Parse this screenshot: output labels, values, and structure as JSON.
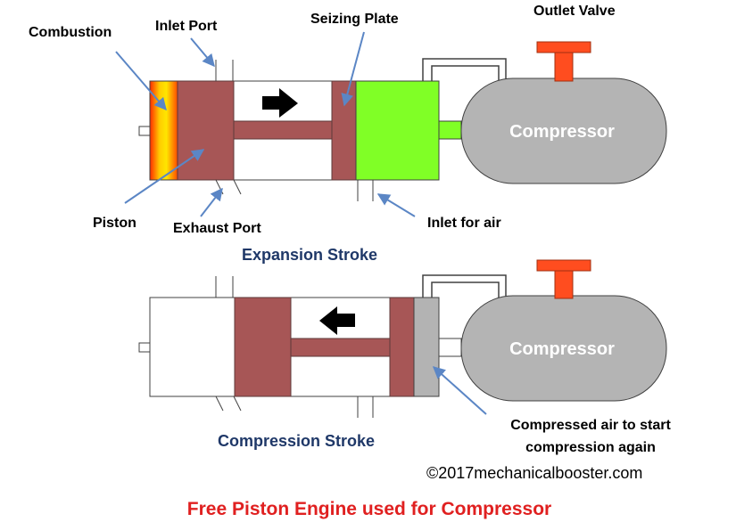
{
  "colors": {
    "piston": "#a75656",
    "piston_stroke": "#5e3a3a",
    "air_chamber": "#80ff26",
    "compressed_air": "#b3b3b3",
    "compressor_tank": "#b4b4b4",
    "outlet_valve": "#ff4d1f",
    "arrow_callout": "#5b86c5",
    "caption_blue": "#1f3868",
    "title_red": "#e02020"
  },
  "expansion": {
    "labels": {
      "combustion": "Combustion",
      "inlet_port": "Inlet Port",
      "seizing_plate": "Seizing Plate",
      "outlet_valve": "Outlet Valve",
      "piston": "Piston",
      "exhaust_port": "Exhaust Port",
      "inlet_for_air": "Inlet for air"
    },
    "compressor_label": "Compressor",
    "caption": "Expansion Stroke",
    "motion_arrow": "right-arrow-icon"
  },
  "compression": {
    "compressor_label": "Compressor",
    "caption": "Compression Stroke",
    "compressed_air_line1": "Compressed air to start",
    "compressed_air_line2": "compression again",
    "motion_arrow": "left-arrow-icon"
  },
  "copyright": "©2017mechanicalbooster.com",
  "title": "Free Piston Engine used for Compressor"
}
